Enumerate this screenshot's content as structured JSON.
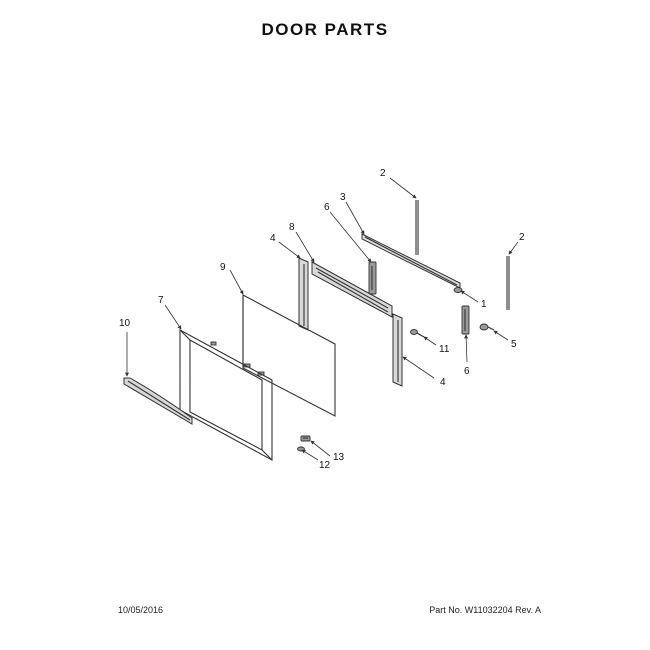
{
  "title": "DOOR PARTS",
  "callouts": {
    "c1": "1",
    "c2a": "2",
    "c2b": "2",
    "c3": "3",
    "c4a": "4",
    "c4b": "4",
    "c5": "5",
    "c6a": "6",
    "c6b": "6",
    "c7": "7",
    "c8": "8",
    "c9": "9",
    "c10": "10",
    "c11": "11",
    "c12": "12",
    "c13": "13"
  },
  "footer": {
    "date": "10/05/2016",
    "part_number": "Part No. W11032204  Rev. A"
  }
}
